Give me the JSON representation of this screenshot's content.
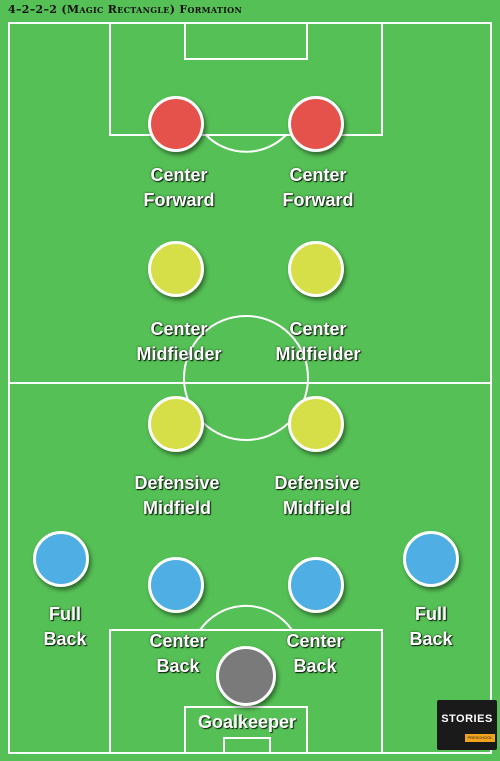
{
  "title": "4–2–2–2 (Magic Rectangle) Formation",
  "colors": {
    "pitch": "#55c055",
    "lines": "#ffffff",
    "forward": "#e5514b",
    "midfielder": "#d7df48",
    "defender": "#4faee3",
    "goalkeeper": "#7a7a7a"
  },
  "players": {
    "forward_left": "Center Forward",
    "forward_right": "Center Forward",
    "midfielder_left": "Center Midfielder",
    "midfielder_right": "Center Midfielder",
    "def_mid_left": "Defensive Midfield",
    "def_mid_right": "Defensive Midfield",
    "full_back_left": "Full Back",
    "center_back_left": "Center Back",
    "center_back_right": "Center Back",
    "full_back_right": "Full Back",
    "goalkeeper": "Goalkeeper"
  },
  "logo": {
    "name": "STORIES",
    "sub": "PRESCHOOL"
  }
}
